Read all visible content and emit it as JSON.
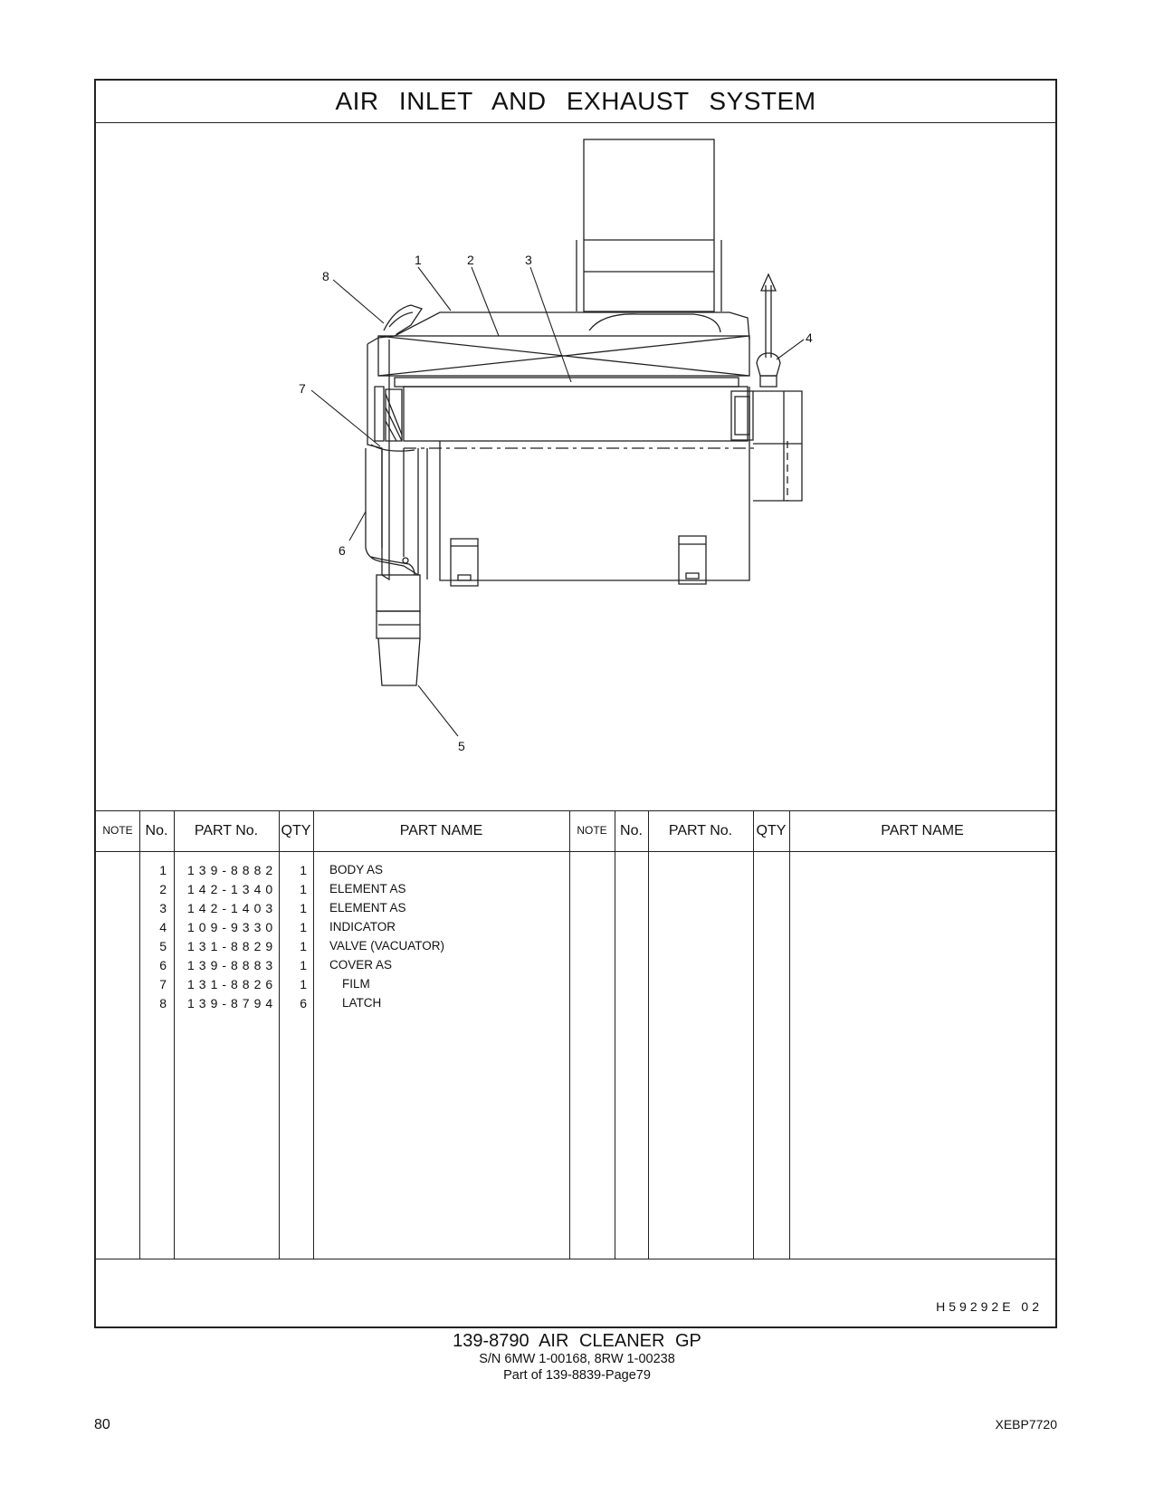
{
  "header": {
    "title": "AIR INLET AND EXHAUST SYSTEM"
  },
  "illustration": {
    "callouts": [
      "1",
      "2",
      "3",
      "4",
      "5",
      "6",
      "7",
      "8"
    ]
  },
  "table_headers": {
    "note": "NOTE",
    "no": "No.",
    "part_no": "PART No.",
    "qty": "QTY",
    "part_name": "PART NAME"
  },
  "parts": [
    {
      "no": "1",
      "part_no": "139-8882",
      "qty": "1",
      "name": "BODY AS",
      "indent": false
    },
    {
      "no": "2",
      "part_no": "142-1340",
      "qty": "1",
      "name": "ELEMENT AS",
      "indent": false
    },
    {
      "no": "3",
      "part_no": "142-1403",
      "qty": "1",
      "name": "ELEMENT AS",
      "indent": false
    },
    {
      "no": "4",
      "part_no": "109-9330",
      "qty": "1",
      "name": "INDICATOR",
      "indent": false
    },
    {
      "no": "5",
      "part_no": "131-8829",
      "qty": "1",
      "name": "VALVE (VACUATOR)",
      "indent": false
    },
    {
      "no": "6",
      "part_no": "139-8883",
      "qty": "1",
      "name": "COVER AS",
      "indent": false
    },
    {
      "no": "7",
      "part_no": "131-8826",
      "qty": "1",
      "name": "FILM",
      "indent": true
    },
    {
      "no": "8",
      "part_no": "139-8794",
      "qty": "6",
      "name": "LATCH",
      "indent": true
    }
  ],
  "illustration_code": "H59292E 02",
  "caption": {
    "title": "139-8790 AIR CLEANER GP",
    "serial": "S/N 6MW 1-00168, 8RW 1-00238",
    "part_of": "Part of 139-8839-Page79"
  },
  "footer": {
    "page_number": "80",
    "document_id": "XEBP7720"
  }
}
